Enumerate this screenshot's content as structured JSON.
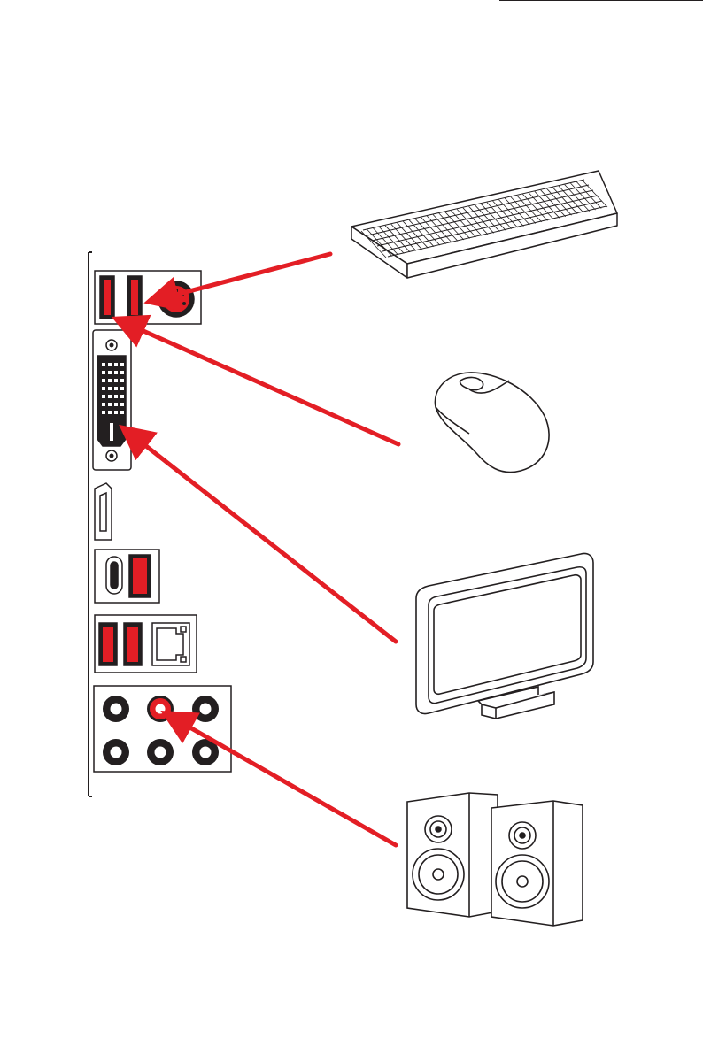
{
  "diagram": {
    "panel": "rear-io-panel",
    "devices": [
      {
        "name": "keyboard",
        "port": "ps2-port",
        "icon": "keyboard-icon"
      },
      {
        "name": "mouse",
        "port": "usb-port",
        "icon": "mouse-icon"
      },
      {
        "name": "monitor",
        "port": "dvi-port",
        "icon": "monitor-icon"
      },
      {
        "name": "speakers",
        "port": "audio-line-out-jack",
        "icon": "speakers-icon"
      }
    ]
  },
  "colors": {
    "stroke": "#231f20",
    "accent": "#e31e25",
    "background": "#ffffff"
  }
}
